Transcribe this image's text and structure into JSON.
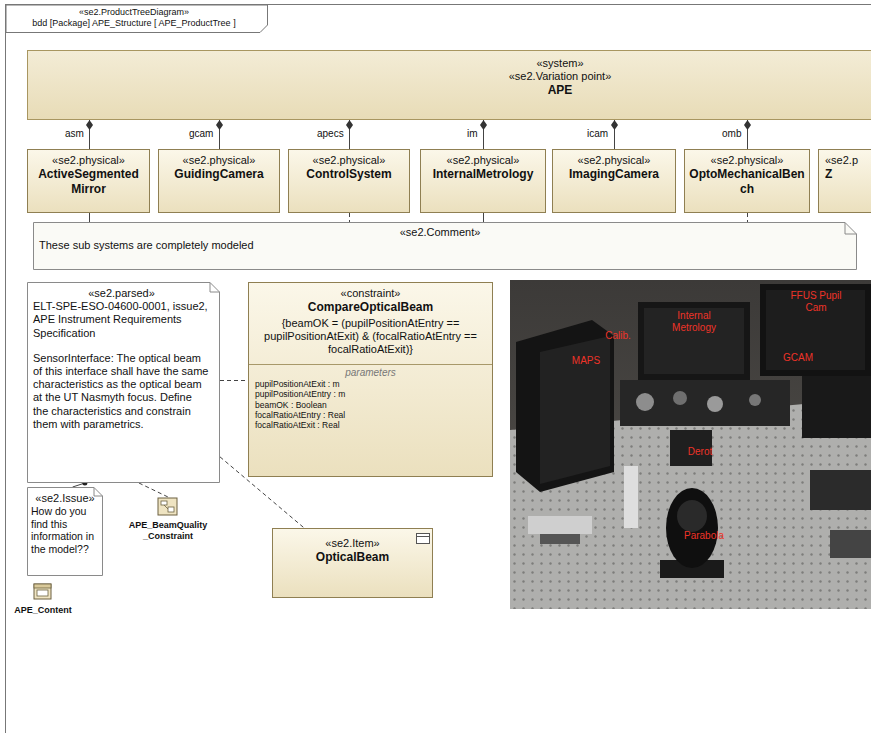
{
  "diagram": {
    "nodes": [
      {
        "text": [
          "«se2.ProductTreeDiagram»",
          "bdd [Package] APE_Structure [ APE_ProductTree ]"
        ]
      },
      {
        "text": [
          "«system»",
          "«se2.Variation point»",
          "APE"
        ],
        "in": 0
      },
      {
        "text": [
          "«se2.physical»",
          "ActiveSegmented Mirror"
        ],
        "in": 0
      },
      {
        "text": [
          "«se2.physical»",
          "GuidingCamera"
        ],
        "in": 0
      },
      {
        "text": [
          "«se2.physical»",
          "ControlSystem"
        ],
        "in": 0
      },
      {
        "text": [
          "«se2.physical»",
          "InternalMetrology"
        ],
        "in": 0
      },
      {
        "text": [
          "«se2.physical»",
          "ImagingCamera"
        ],
        "in": 0
      },
      {
        "text": [
          "«se2.physical»",
          "OptoMechanicalBench"
        ],
        "in": 0
      },
      {
        "text": [
          "«se2.p",
          "Z"
        ],
        "in": 0
      },
      {
        "text": [
          "«se2.Comment»",
          "These sub systems are completely modeled"
        ],
        "in": 0
      },
      {
        "text": [
          "«se2.parsed»",
          "ELT-SPE-ESO-04600-0001, issue2, APE Instrument Requirements Specification",
          "SensorInterface: The optical beam of this interface shall have the same characteristics as the optical beam at the UT Nasmyth focus. Define the characteristics and constrain them with parametrics."
        ],
        "in": 0
      },
      {
        "text": [
          "«constraint»",
          "CompareOpticalBeam",
          "{beamOK = (pupilPositionAtEntry == pupilPositionAtExit) & (focalRatioAtEntry == focalRatioAtExit)}",
          "parameters",
          "pupilPositionAtExit : m",
          "pupilPositionAtEntry : m",
          "beamOK : Boolean",
          "focalRatioAtEntry : Real",
          "focalRatioAtExit : Real"
        ],
        "in": 0
      },
      {
        "text": [
          "«se2.Issue»",
          "How do you find this information in the model??"
        ],
        "in": 0
      },
      {
        "text": [
          "APE_BeamQuality _Constraint"
        ],
        "in": 0
      },
      {
        "text": [
          "APE_Content"
        ],
        "in": 0
      },
      {
        "text": [
          "«se2.Item»",
          "OpticalBeam"
        ],
        "in": 0
      }
    ],
    "edges": [
      {
        "from": 2,
        "to": 1,
        "arrow": "to",
        "label": "asm"
      },
      {
        "from": 3,
        "to": 1,
        "arrow": "to",
        "label": "gcam"
      },
      {
        "from": 4,
        "to": 1,
        "arrow": "to",
        "label": "apecs"
      },
      {
        "from": 5,
        "to": 1,
        "arrow": "to",
        "label": "im"
      },
      {
        "from": 6,
        "to": 1,
        "arrow": "to",
        "label": "icam"
      },
      {
        "from": 7,
        "to": 1,
        "arrow": "to",
        "label": "omb"
      },
      {
        "from": 2,
        "to": 9,
        "arrow": "none"
      },
      {
        "from": 4,
        "to": 9,
        "arrow": "none"
      },
      {
        "from": 5,
        "to": 9,
        "arrow": "none"
      },
      {
        "from": 7,
        "to": 9,
        "arrow": "none"
      },
      {
        "from": 10,
        "to": 11,
        "arrow": "none"
      },
      {
        "from": 10,
        "to": 12,
        "arrow": "none"
      },
      {
        "from": 10,
        "to": 13,
        "arrow": "none"
      },
      {
        "from": 10,
        "to": 15,
        "arrow": "none"
      }
    ],
    "labels": [
      "MAPS",
      "Calib.",
      "Internal Metrology",
      "FFUS Pupil Cam",
      "GCAM",
      "Derot",
      "Parabola"
    ]
  }
}
